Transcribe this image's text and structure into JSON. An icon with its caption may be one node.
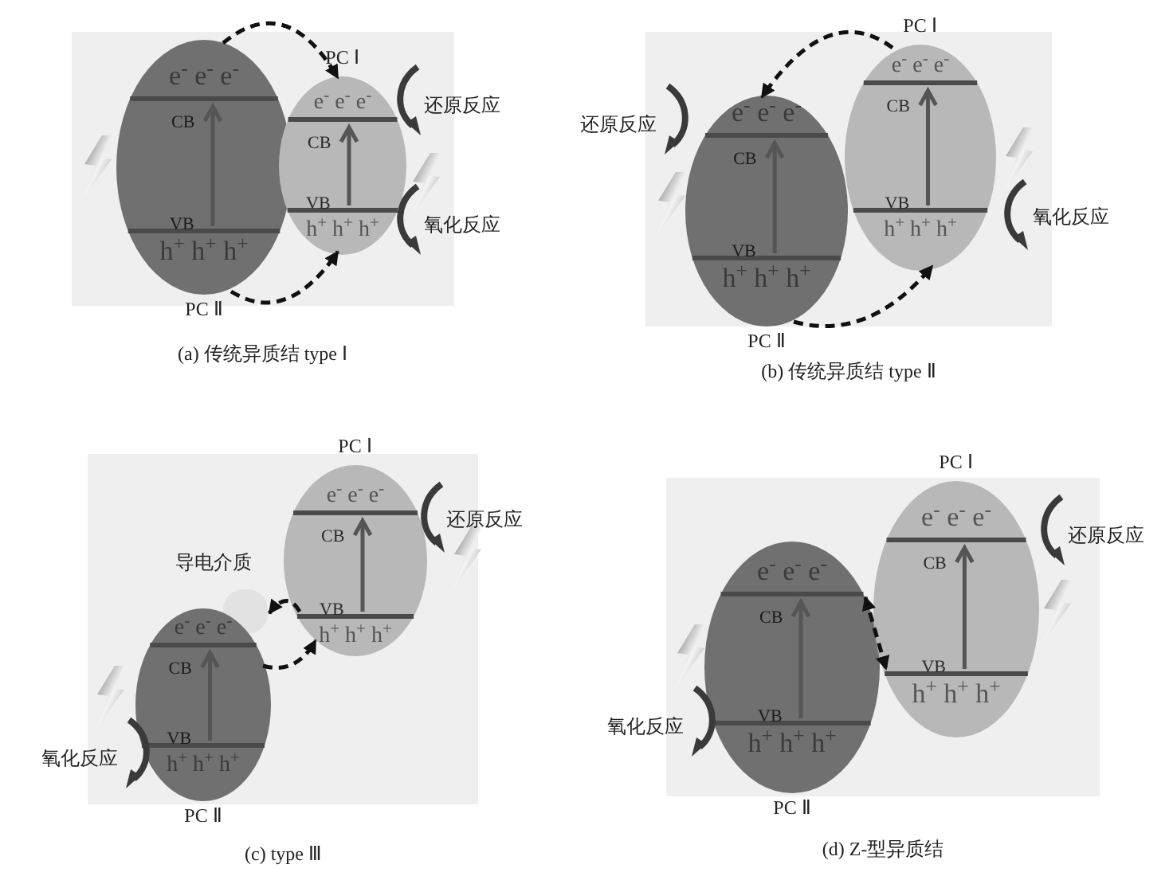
{
  "diagram": {
    "nodes": [
      {
        "text": [
          "(a) 传统异质结 type Ⅰ"
        ]
      },
      {
        "text": [
          "e$^{-}$ e$^{-}$ e$^{-}$",
          "CB",
          "VB",
          "h$^{+}$ h$^{+}$ h$^{+}$",
          "PC Ⅱ"
        ],
        "in": 0
      },
      {
        "text": [
          "PC Ⅰ",
          "e$^{-}$ e$^{-}$ e$^{-}$",
          "CB",
          "VB",
          "h$^{+}$ h$^{+}$ h$^{+}$"
        ],
        "in": 0,
        "beside": [
          "还原反应",
          "氧化反应"
        ]
      },
      {
        "text": [
          "(b) 传统异质结 type Ⅱ"
        ]
      },
      {
        "text": [
          "e$^{-}$ e$^{-}$ e$^{-}$",
          "CB",
          "VB",
          "h$^{+}$ h$^{+}$ h$^{+}$",
          "PC Ⅱ"
        ],
        "in": 3,
        "beside": [
          "还原反应"
        ]
      },
      {
        "text": [
          "PC Ⅰ",
          "e$^{-}$ e$^{-}$ e$^{-}$",
          "CB",
          "VB",
          "h$^{+}$ h$^{+}$ h$^{+}$"
        ],
        "in": 3,
        "beside": [
          "氧化反应"
        ]
      },
      {
        "text": [
          "(c) type Ⅲ"
        ]
      },
      {
        "text": [
          "PC Ⅰ",
          "e$^{-}$ e$^{-}$ e$^{-}$",
          "CB",
          "VB",
          "h$^{+}$ h$^{+}$ h$^{+}$"
        ],
        "in": 6,
        "beside": [
          "还原反应"
        ]
      },
      {
        "text": [
          "导电介质"
        ],
        "in": 6
      },
      {
        "text": [
          "e$^{-}$ e$^{-}$ e$^{-}$",
          "CB",
          "VB",
          "h$^{+}$ h$^{+}$ h$^{+}$",
          "PC Ⅱ"
        ],
        "in": 6,
        "beside": [
          "氧化反应"
        ]
      },
      {
        "text": [
          "(d) Z-型异质结"
        ]
      },
      {
        "text": [
          "e$^{-}$ e$^{-}$ e$^{-}$",
          "CB",
          "VB",
          "h$^{+}$ h$^{+}$ h$^{+}$",
          "PC Ⅱ"
        ],
        "in": 10,
        "beside": [
          "氧化反应"
        ]
      },
      {
        "text": [
          "PC Ⅰ",
          "e$^{-}$ e$^{-}$ e$^{-}$",
          "CB",
          "VB",
          "h$^{+}$ h$^{+}$ h$^{+}$"
        ],
        "in": 10,
        "beside": [
          "还原反应"
        ]
      }
    ],
    "edges": [
      {
        "from": 1,
        "to": 2,
        "arrow": "to",
        "style": "dashed"
      },
      {
        "from": 1,
        "to": 2,
        "arrow": "to",
        "style": "dashed"
      },
      {
        "from": 5,
        "to": 4,
        "arrow": "to",
        "style": "dashed"
      },
      {
        "from": 4,
        "to": 5,
        "arrow": "to",
        "style": "dashed"
      },
      {
        "from": 7,
        "to": 8,
        "arrow": "to",
        "style": "dashed"
      },
      {
        "from": 9,
        "to": 7,
        "arrow": "to",
        "style": "dashed"
      },
      {
        "from": 11,
        "to": 12,
        "arrow": "both",
        "style": "dashed"
      }
    ]
  }
}
